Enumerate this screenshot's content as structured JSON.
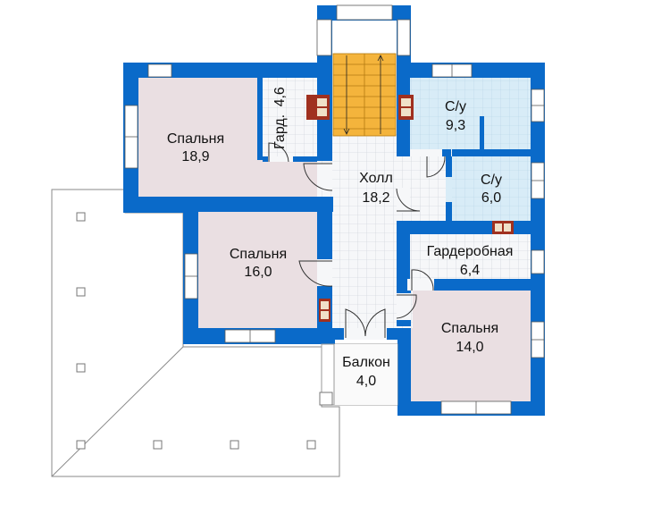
{
  "rooms": {
    "bedroom_nw": {
      "name": "Спальня",
      "area": "18,9"
    },
    "wardrobe_small": {
      "name": "Гард.",
      "area": "4,6"
    },
    "hall": {
      "name": "Холл",
      "area": "18,2"
    },
    "bath_large": {
      "name": "С/у",
      "area": "9,3"
    },
    "bath_small": {
      "name": "С/у",
      "area": "6,0"
    },
    "bedroom_w": {
      "name": "Спальня",
      "area": "16,0"
    },
    "wardrobe": {
      "name": "Гардеробная",
      "area": "6,4"
    },
    "bedroom_se": {
      "name": "Спальня",
      "area": "14,0"
    },
    "balcony": {
      "name": "Балкон",
      "area": "4,0"
    }
  },
  "colors": {
    "wall": "#0a6ac9",
    "bedroom_floor": "#eadfe2",
    "hall_floor": "#f4f6f8",
    "tile_floor": "#d8ecf7",
    "stairs": "#f4b43c",
    "chimney": "#a0301f",
    "roof_line": "#8a8a8a"
  }
}
